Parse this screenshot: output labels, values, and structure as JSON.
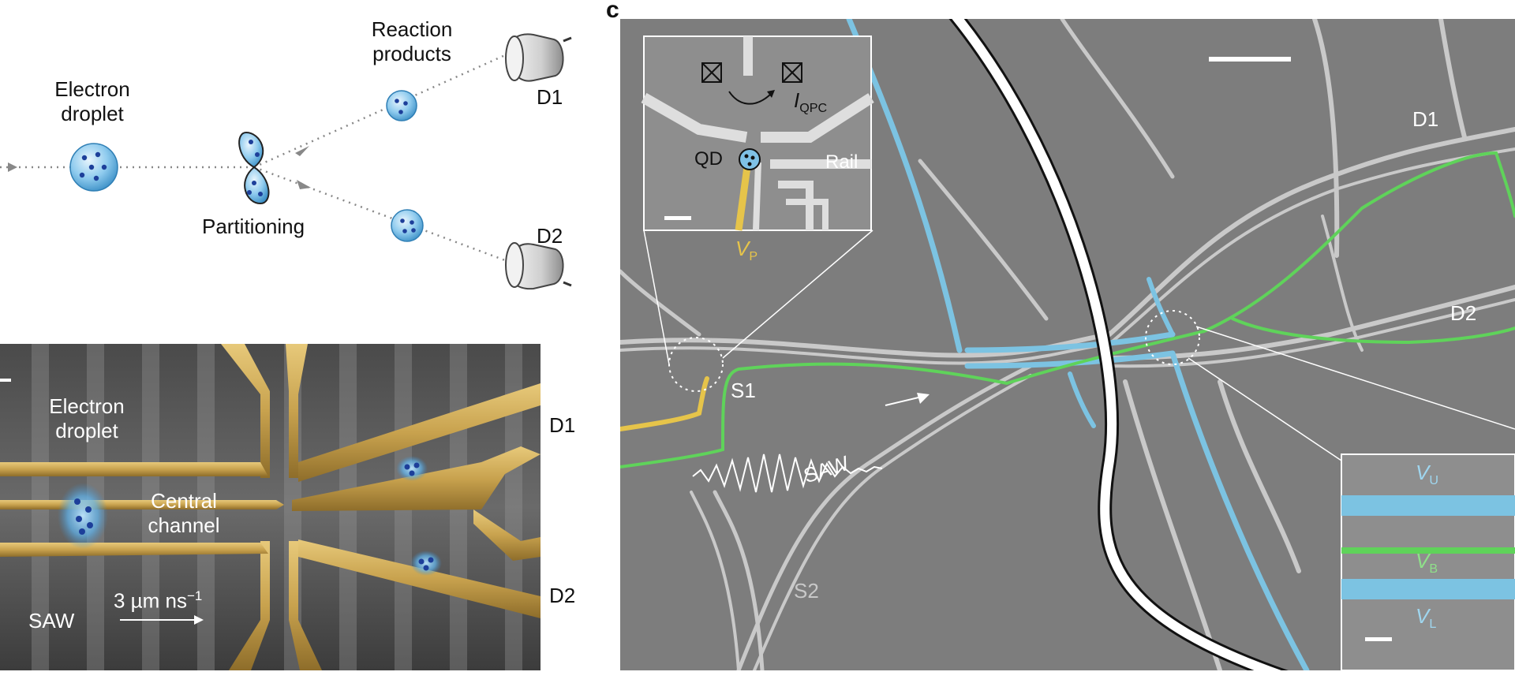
{
  "panel_a": {
    "electron_droplet": "Electron droplet",
    "partitioning": "Partitioning",
    "reaction_products": "Reaction products",
    "d1": "D1",
    "d2": "D2"
  },
  "panel_b": {
    "electron_droplet": "Electron droplet",
    "central_channel": "Central channel",
    "d1": "D1",
    "d2": "D2",
    "saw": "SAW",
    "speed": "3 µm ns",
    "speed_exp": "−1"
  },
  "panel_c": {
    "letter": "c",
    "d1": "D1",
    "d2": "D2",
    "s1": "S1",
    "s2": "S2",
    "saw": "SAW",
    "inset_left": {
      "qd": "QD",
      "rail": "Rail",
      "i": "I",
      "i_sub": "QPC",
      "v": "V",
      "v_sub": "P"
    },
    "inset_right": {
      "vu": "V",
      "vu_sub": "U",
      "vb": "V",
      "vb_sub": "B",
      "vl": "V",
      "vl_sub": "L"
    }
  },
  "colors": {
    "gate_gold": "#c8a24e",
    "droplet_blue": "#7fc1e6",
    "green_gate": "#5fd35a",
    "blue_gate": "#7cc3e2",
    "yellow_gate": "#e6c44a",
    "sem_gray": "#7d7d7d"
  }
}
